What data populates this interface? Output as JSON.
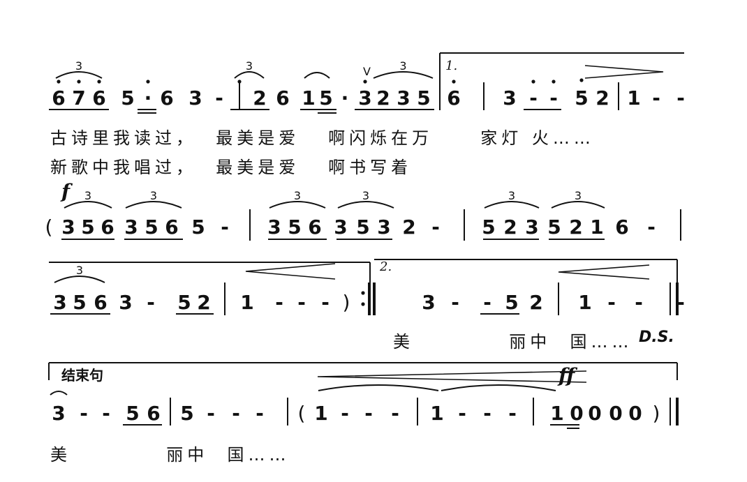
{
  "score": {
    "systems": [
      {
        "notation": "676 5·63 - | 261 5·32 356 | 3 - - 52 | i - - - |",
        "volta_label": "1.",
        "lyrics": [
          "古诗里我读过，  最美是爱   啊闪烁在万     家灯 火……",
          "新歌中我唱过，  最美是爱   啊书写着"
        ]
      },
      {
        "dynamic": "f",
        "notation": "(356 356 5 - | 356 353 2 - | 523 521 6 - |"
      },
      {
        "notation": "356 3 - 52 | i - - - ):‖ 3 - - 52 | i - - - ‖",
        "volta_label": "2.",
        "lyrics": [
          "美          丽中  国……"
        ],
        "ending_mark": "D.S."
      },
      {
        "section_label": "结束句",
        "dynamic": "ff",
        "notation": "3 - - 56 | 5 - - - | (i - - - | i - - - | i0000)‖",
        "lyrics": [
          "美          丽中  国……"
        ]
      }
    ]
  }
}
